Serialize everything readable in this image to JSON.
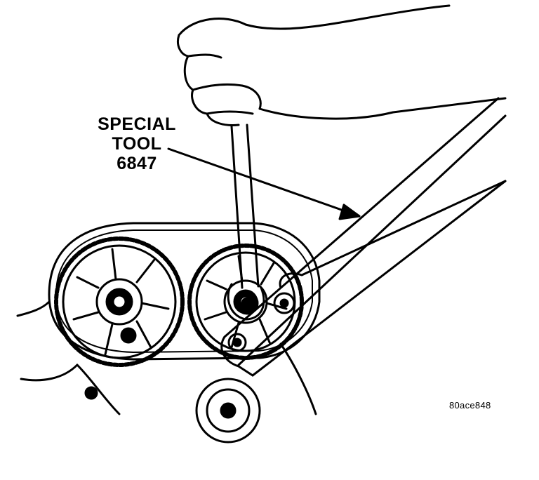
{
  "callout": {
    "line1": "SPECIAL",
    "line2": "TOOL",
    "line3": "6847"
  },
  "figure_id": "80ace848",
  "colors": {
    "ink": "#000000",
    "paper": "#ffffff"
  }
}
